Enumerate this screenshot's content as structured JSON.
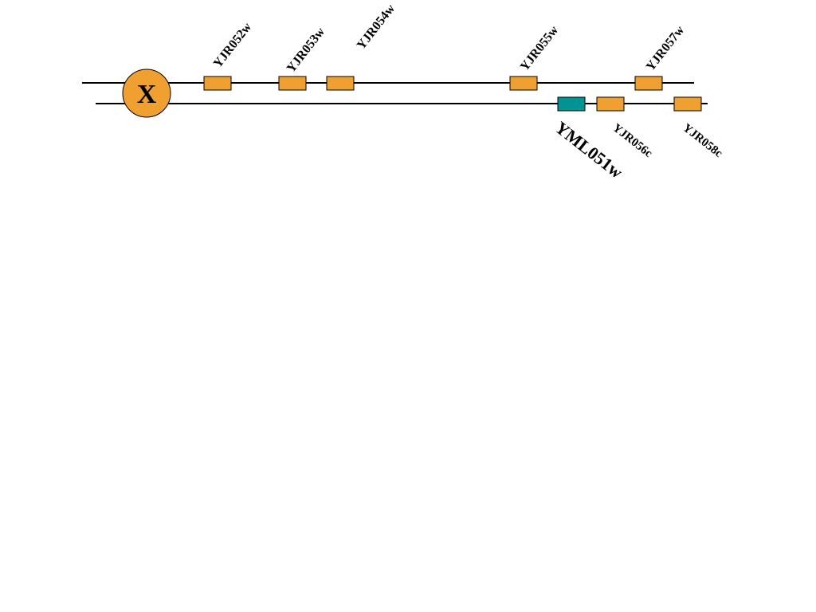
{
  "chromosome": {
    "label": "X",
    "fill_color": "#F0A030"
  },
  "colors": {
    "gene_orange": "#F0A030",
    "gene_teal": "#009494",
    "line": "#000000"
  },
  "genes": {
    "top_strand": [
      {
        "id": "YJR052w",
        "color": "orange"
      },
      {
        "id": "YJR053w",
        "color": "orange"
      },
      {
        "id": "YJR054w",
        "color": "orange"
      },
      {
        "id": "YJR055w",
        "color": "orange"
      },
      {
        "id": "YJR057w",
        "color": "orange"
      }
    ],
    "bottom_strand": [
      {
        "id": "YML051w",
        "color": "teal"
      },
      {
        "id": "YJR056c",
        "color": "orange"
      },
      {
        "id": "YJR058c",
        "color": "orange"
      }
    ]
  }
}
